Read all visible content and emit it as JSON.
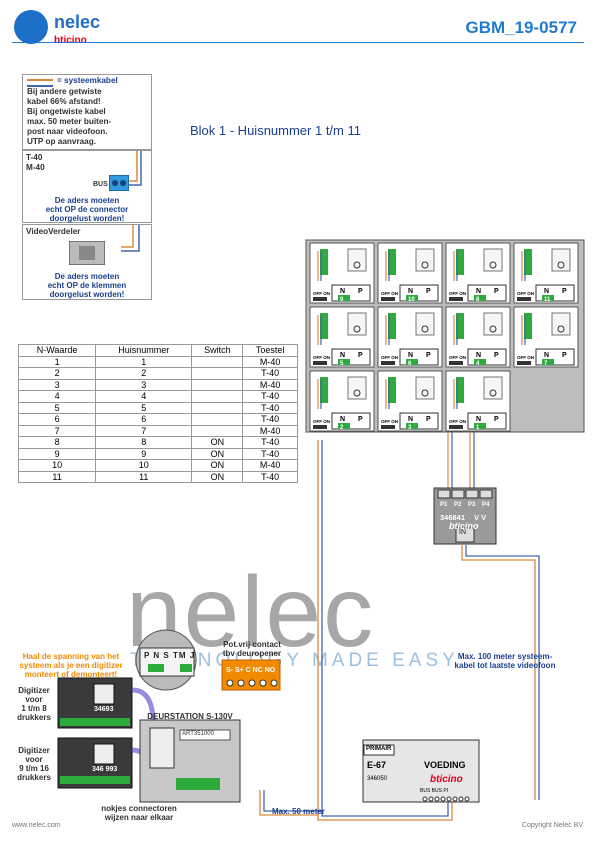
{
  "header": {
    "logo_name": "nelec",
    "logo_sub_b": "bticino",
    "doc_number": "GBM_19-0577"
  },
  "title": "Blok 1 - Huisnummer 1 t/m 11",
  "notes": {
    "systeemkabel_label": "= systeemkabel",
    "cable_lines": [
      "Bij andere getwiste",
      "kabel 66% afstand!",
      "Bij ongetwiste kabel",
      "max. 50 meter buiten-",
      "post naar videofoon.",
      "UTP op aanvraag."
    ],
    "tm_title_1": "T-40",
    "tm_title_2": "M-40",
    "bus_label": "BUS",
    "tm_warning": [
      "De aders moeten",
      "echt OP de connector",
      "doorgelust worden!"
    ],
    "vv_title": "VideoVerdeler",
    "vv_warning": [
      "De aders moeten",
      "echt OP de klemmen",
      "doorgelust worden!"
    ]
  },
  "table": {
    "headers": [
      "N-Waarde",
      "Huisnummer",
      "Switch",
      "Toestel"
    ],
    "rows": [
      [
        "1",
        "1",
        "",
        "M-40"
      ],
      [
        "2",
        "2",
        "",
        "T-40"
      ],
      [
        "3",
        "3",
        "",
        "M-40"
      ],
      [
        "4",
        "4",
        "",
        "T-40"
      ],
      [
        "5",
        "5",
        "",
        "T-40"
      ],
      [
        "6",
        "6",
        "",
        "T-40"
      ],
      [
        "7",
        "7",
        "",
        "M-40"
      ],
      [
        "8",
        "8",
        "ON",
        "T-40"
      ],
      [
        "9",
        "9",
        "ON",
        "T-40"
      ],
      [
        "10",
        "10",
        "ON",
        "M-40"
      ],
      [
        "11",
        "11",
        "ON",
        "T-40"
      ]
    ]
  },
  "phones": {
    "off_on": "OFF ON",
    "n_label": "N",
    "p_label": "P",
    "rows": [
      [
        "9",
        "10",
        "8",
        "11"
      ],
      [
        "5",
        "6",
        "4",
        "7"
      ],
      [
        "2",
        "3",
        "1"
      ]
    ]
  },
  "distributor": {
    "ports": [
      "P1",
      "P2",
      "P3",
      "P4"
    ],
    "model": "346841",
    "vv": "V V",
    "brand": "bticino",
    "in_label": "IN"
  },
  "watermark": {
    "text": "nelec",
    "sub": "TECHNOLOGY MADE EASY"
  },
  "annotations": {
    "spanning": [
      "Haal de spanning van het",
      "systeem als je een digitizer",
      "monteert of demonteert!"
    ],
    "digitizer1": [
      "Digitizer",
      "voor",
      "1 t/m 8",
      "drukkers"
    ],
    "digitizer2": [
      "Digitizer",
      "voor",
      "9 t/m 16",
      "drukkers"
    ],
    "digitizer_model1": "34693",
    "digitizer_model2": "346 993",
    "deurstation": "DEURSTATION S-130V",
    "deur_model": "ART351000",
    "pot_vrij": [
      "Pot.vrij contact",
      "tbv deuropener"
    ],
    "relay_terms": "S-  S+ C NC NO",
    "switch_labels": "P N S TM J",
    "nokjes": [
      "nokjes connectoren",
      "wijzen naar elkaar"
    ],
    "max50": "Max. 50 meter",
    "max100": [
      "Max. 100 meter systeem-",
      "kabel tot laatste videofoon"
    ]
  },
  "voeding": {
    "primair": "PRIMAIR",
    "model": "E-67",
    "label": "VOEDING",
    "part": "346050",
    "brand": "bticino",
    "terminals": "BUS  BUS PI"
  },
  "footer": {
    "left": "www.nelec.com",
    "right": "Copyright Nelec BV"
  },
  "colors": {
    "brand_blue": "#1f7bd0",
    "cable_orange": "#d98a3c",
    "cable_blue": "#4466aa",
    "green": "#2eaa3e",
    "orange": "#f08a00",
    "red": "#e2001a"
  }
}
